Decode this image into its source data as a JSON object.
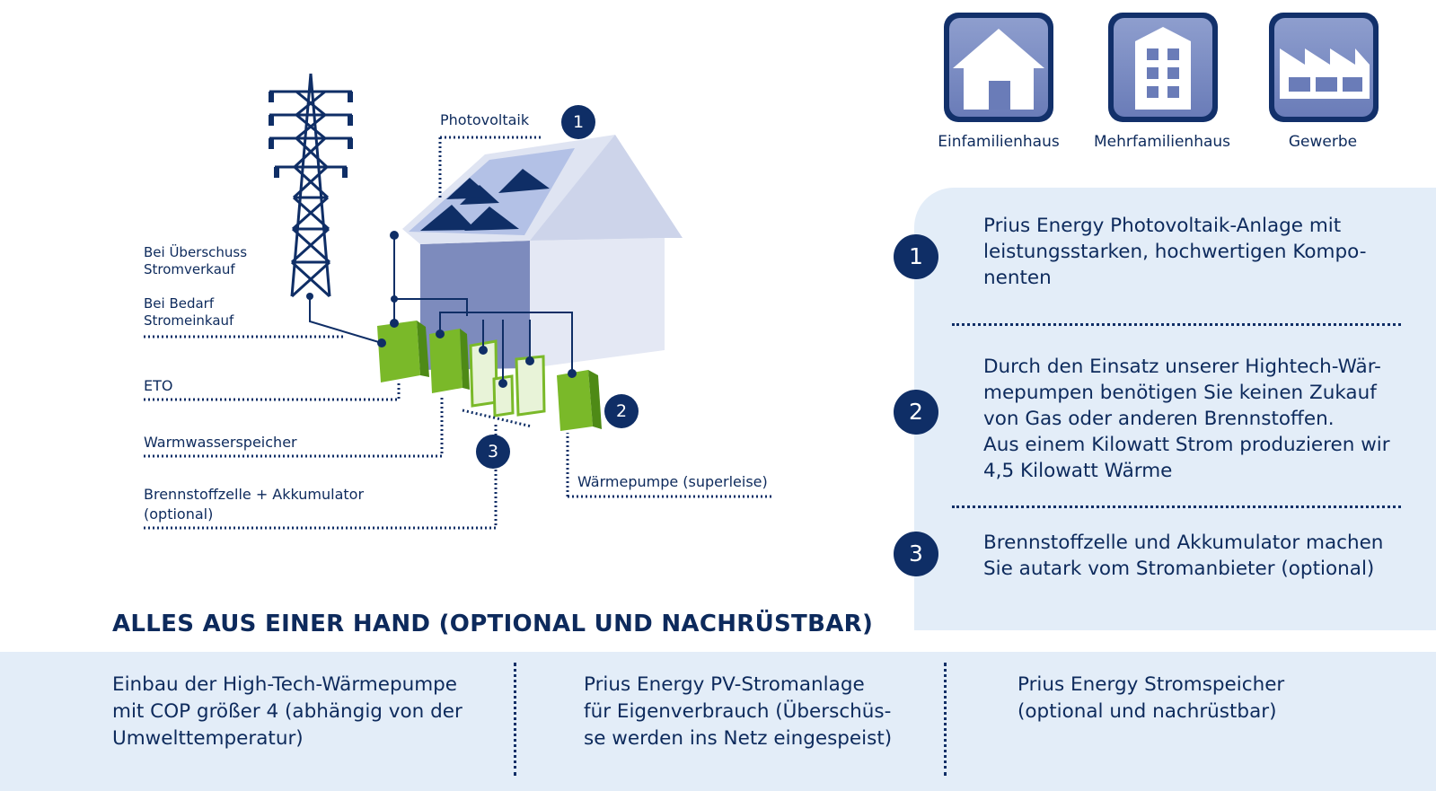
{
  "diagram": {
    "labels": {
      "photovoltaik": "Photovoltaik",
      "surplus_1": "Bei Überschuss",
      "surplus_2": "Stromverkauf",
      "need_1": "Bei Bedarf",
      "need_2": "Stromeinkauf",
      "eto": "ETO",
      "warmwater": "Warmwasserspeicher",
      "fuelcell_1": "Brennstoffzelle + Akkumulator",
      "fuelcell_2": "(optional)",
      "heatpump": "Wärmepumpe (superleise)"
    },
    "markers": [
      "1",
      "2",
      "3"
    ],
    "colors": {
      "navy": "#0f2e66",
      "green": "#7ab929",
      "green_dark": "#4e8a16",
      "roof": "#dfe4f2",
      "wall": "#7d8bbd"
    }
  },
  "building_types": [
    {
      "label": "Einfamilienhaus",
      "icon": "house-icon"
    },
    {
      "label": "Mehrfamilienhaus",
      "icon": "apartment-building-icon"
    },
    {
      "label": "Gewerbe",
      "icon": "factory-icon"
    }
  ],
  "info": [
    {
      "num": "1",
      "lines": [
        "Prius Energy Photovoltaik-Anlage mit",
        "leistungsstarken, hochwertigen Kompo-",
        "nenten"
      ]
    },
    {
      "num": "2",
      "lines": [
        "Durch den Einsatz unserer Hightech-Wär-",
        "mepumpen benötigen Sie keinen Zukauf",
        "von Gas oder anderen Brennstoffen.",
        "Aus einem Kilowatt Strom produzieren wir",
        "4,5 Kilowatt Wärme"
      ]
    },
    {
      "num": "3",
      "lines": [
        "Brennstoffzelle und Akkumulator machen",
        "Sie autark vom Stromanbieter (optional)"
      ]
    }
  ],
  "heading": "ALLES AUS EINER HAND (OPTIONAL UND NACHRÜSTBAR)",
  "bottom": [
    {
      "lines": [
        "Einbau der High-Tech-Wärmepumpe",
        "mit COP größer 4 (abhängig von der",
        "Umwelttemperatur)"
      ]
    },
    {
      "lines": [
        "Prius Energy PV-Stromanlage",
        "für Eigenverbrauch (Überschüs-",
        "se werden ins Netz eingespeist)"
      ]
    },
    {
      "lines": [
        "Prius Energy Stromspeicher",
        "(optional und nachrüstbar)"
      ]
    }
  ]
}
